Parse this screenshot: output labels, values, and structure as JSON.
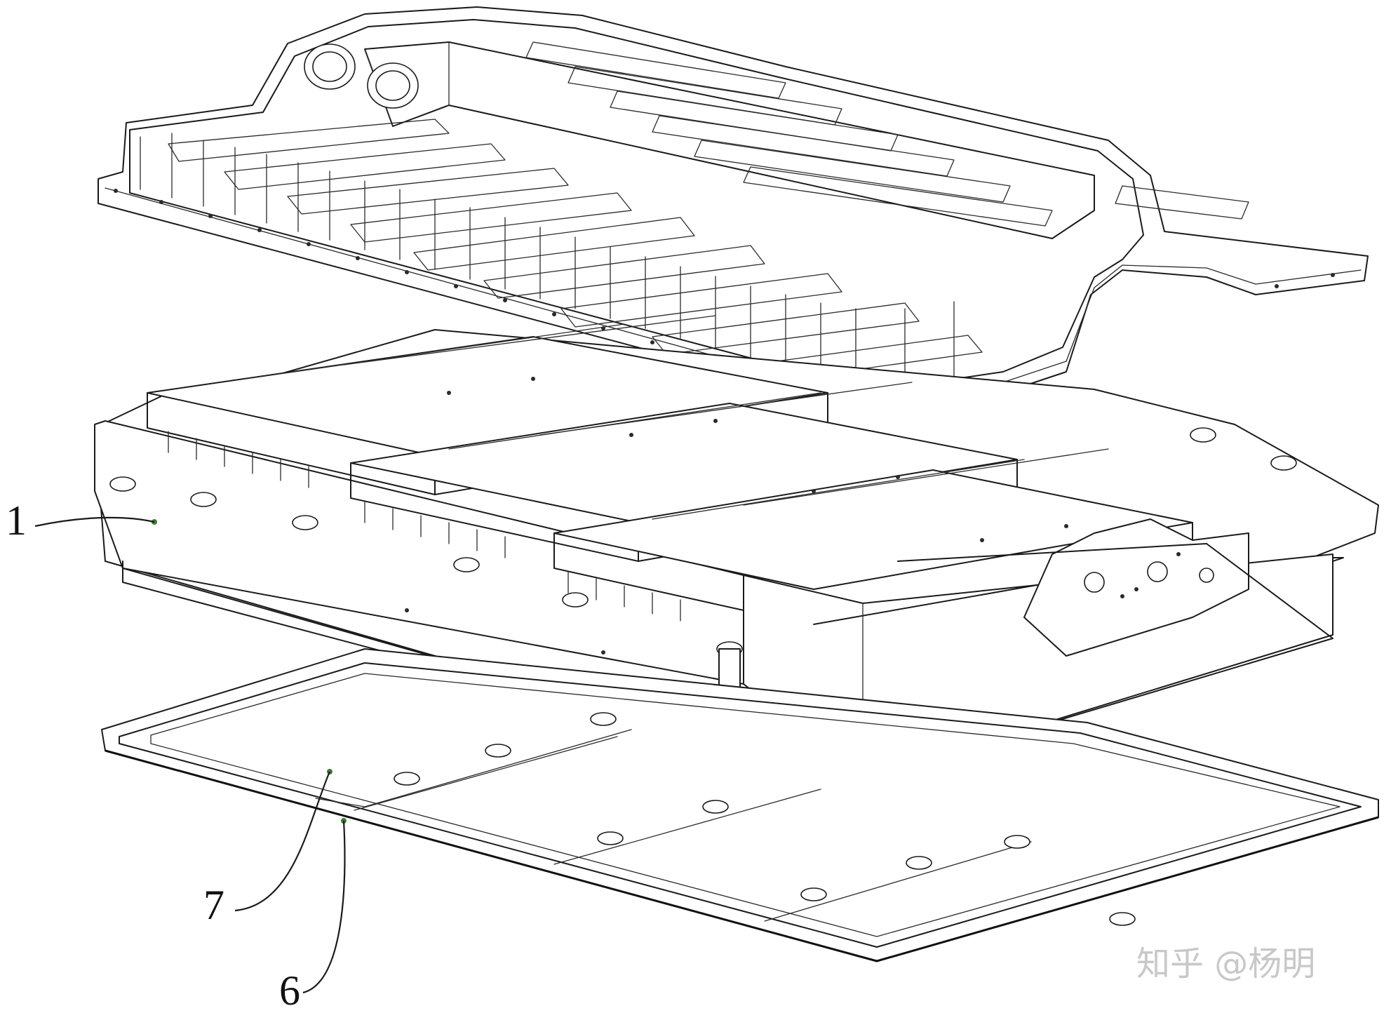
{
  "labels": {
    "ref_1": "1",
    "ref_7": "7",
    "ref_6": "6"
  },
  "watermark": "知乎 @杨明"
}
